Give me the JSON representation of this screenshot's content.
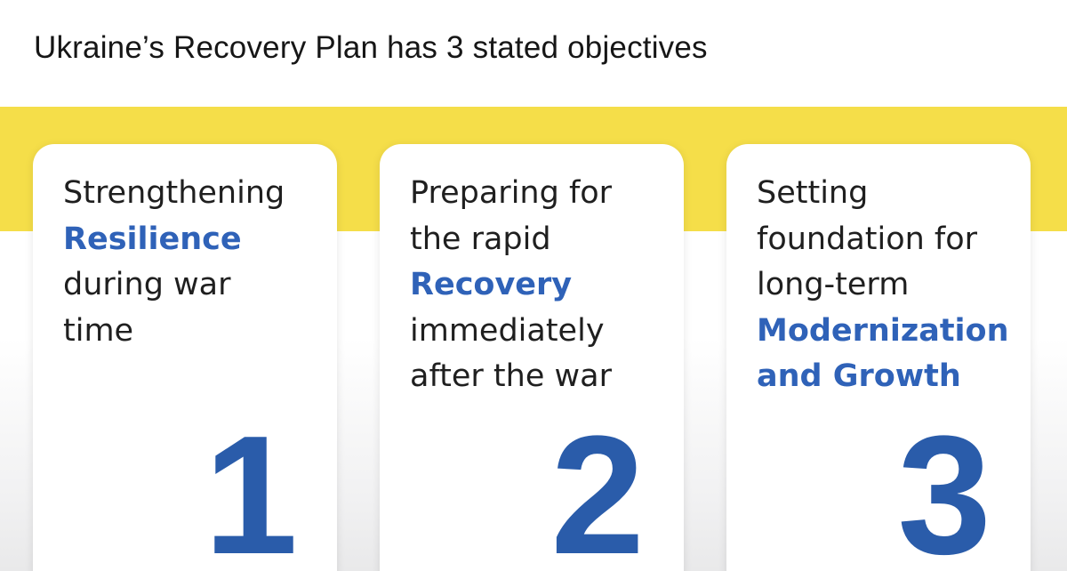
{
  "slide": {
    "title": "Ukraine’s Recovery Plan has 3 stated objectives",
    "colors": {
      "band": "#f5de49",
      "accent_text": "#2f62b8",
      "number": "#2a5caa"
    },
    "objectives": [
      {
        "lines": [
          "Strengthening",
          "Resilience",
          "during war",
          "time"
        ],
        "highlighted_lines": [
          1
        ],
        "number": "1"
      },
      {
        "lines": [
          "Preparing for",
          "the rapid",
          "Recovery",
          "immediately",
          "after the war"
        ],
        "highlighted_lines": [
          2
        ],
        "number": "2"
      },
      {
        "lines": [
          "Setting",
          "foundation for",
          "long-term",
          "Modernization",
          "and Growth"
        ],
        "highlighted_lines": [
          3,
          4
        ],
        "number": "3"
      }
    ]
  }
}
